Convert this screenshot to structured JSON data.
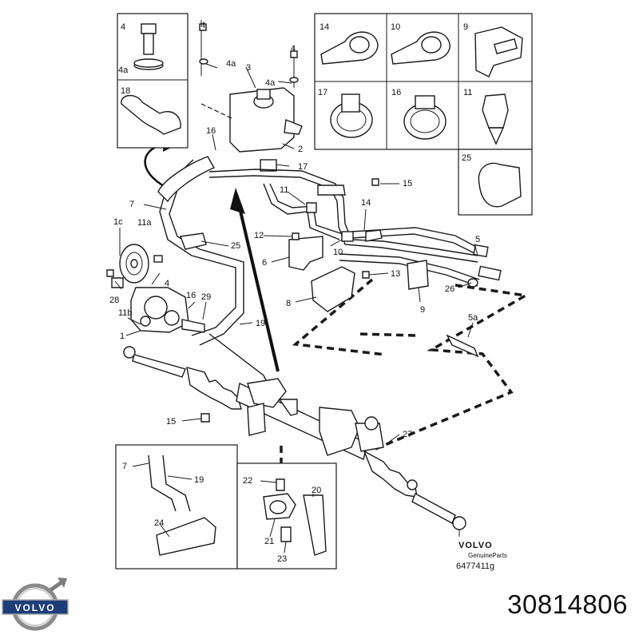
{
  "callouts": {
    "c1": "1",
    "c1c": "1c",
    "c1a": "11a",
    "c1b": "11b",
    "c2": "2",
    "c3": "3",
    "c4a": "4",
    "c4b": "4",
    "c4c": "4",
    "c4d": "4",
    "c4a1": "4a",
    "c4a2": "4a",
    "c4a3": "4a",
    "c5": "5",
    "c5a": "5a",
    "c6": "6",
    "c7a": "7",
    "c7b": "7",
    "c8": "8",
    "c9a": "9",
    "c9b": "9",
    "c10a": "10",
    "c10b": "10",
    "c11a": "11",
    "c11b": "11",
    "c12": "12",
    "c13": "13",
    "c14a": "14",
    "c14b": "14",
    "c15a": "15",
    "c15b": "15",
    "c16a": "16",
    "c16b": "16",
    "c16c": "16",
    "c17a": "17",
    "c17b": "17",
    "c18": "18",
    "c19a": "19",
    "c19b": "19",
    "c20": "20",
    "c21": "21",
    "c22": "22",
    "c23": "23",
    "c24": "24",
    "c25a": "25",
    "c25b": "25",
    "c26": "26",
    "c27": "27",
    "c28": "28",
    "c29": "29"
  },
  "branding": {
    "volvo_small": "VOLVO",
    "genuine_parts": "GenuineParts",
    "drawing_code": "6477411g",
    "logo_text": "VOLVO"
  },
  "part_number": "30814806"
}
